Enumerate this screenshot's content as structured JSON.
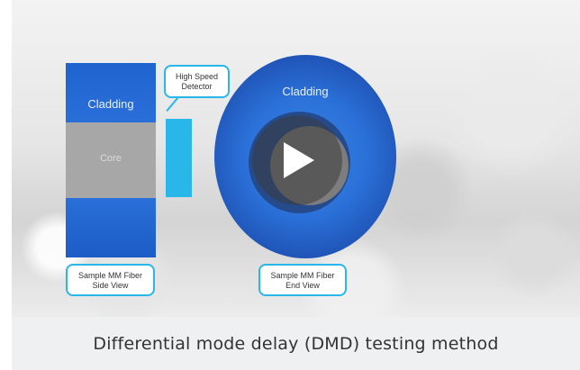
{
  "video": {
    "side_view": {
      "cladding_top_label": "Cladding",
      "core_label": "Core",
      "box_label_line1": "Sample MM Fiber",
      "box_label_line2": "Side View"
    },
    "detector": {
      "label_line1": "High Speed",
      "label_line2": "Detector"
    },
    "end_view": {
      "cladding_label": "Cladding",
      "box_label_line1": "Sample MM Fiber",
      "box_label_line2": "End View"
    },
    "play_button": "play-icon",
    "colors": {
      "cladding": "#2a6fd9",
      "core": "#a7a7a7",
      "detector": "#29b6e9",
      "caption_bg": "#eef0f1"
    }
  },
  "caption": "Differential mode delay (DMD) testing method"
}
